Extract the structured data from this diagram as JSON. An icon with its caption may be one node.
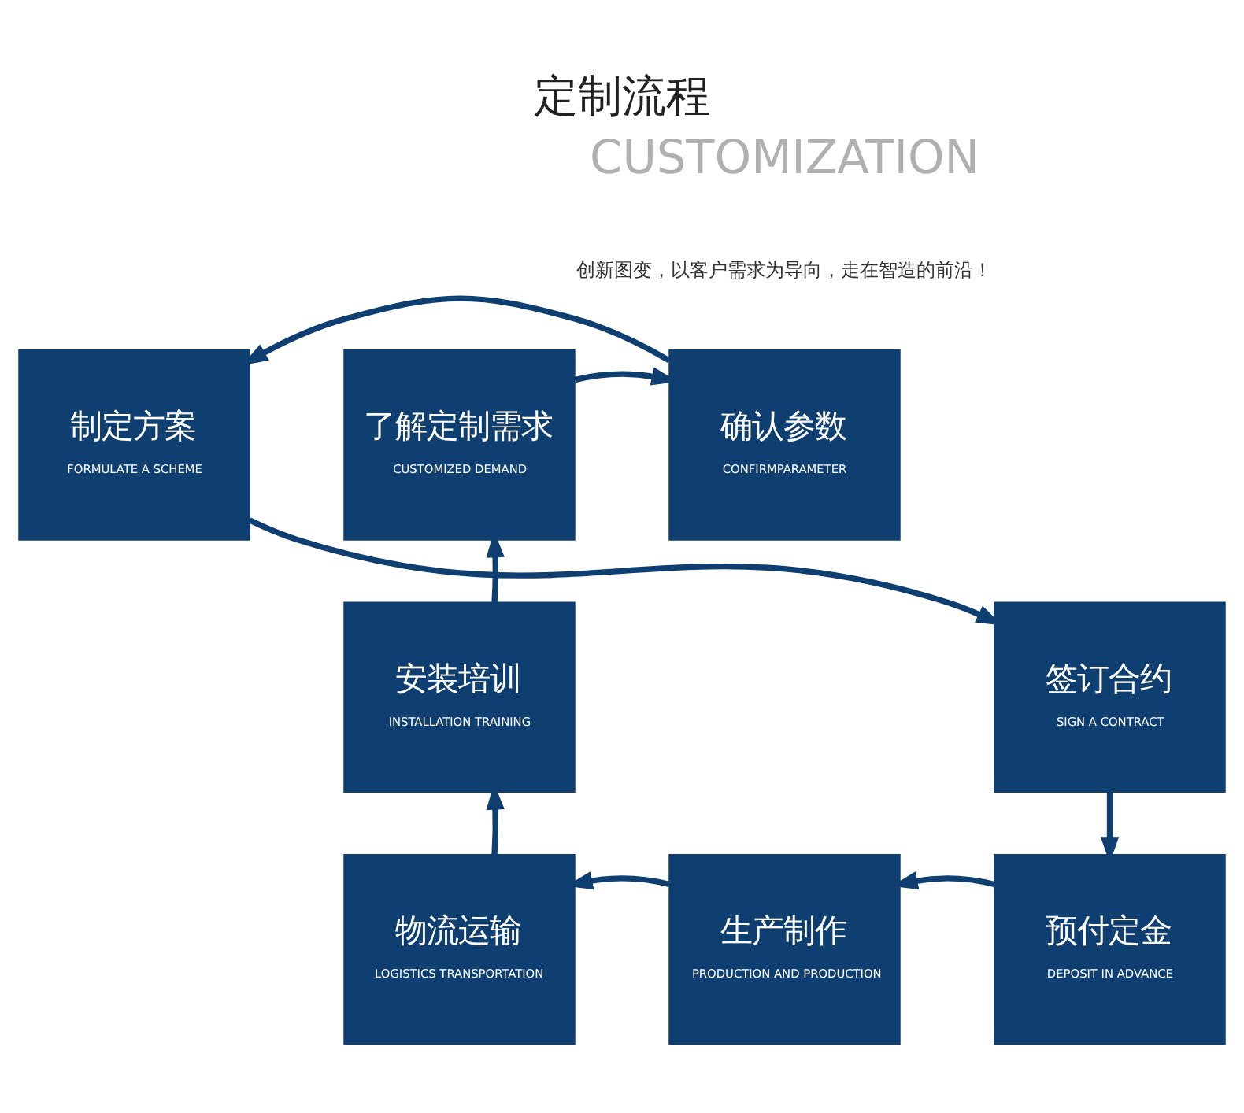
{
  "diagram": {
    "title": "定制流程",
    "nodes": [
      {
        "text": [
          "了解定制需求",
          "CUSTOMIZED DEMAND"
        ]
      },
      {
        "text": [
          "确认参数",
          "CONFIRMPARAMETER"
        ]
      },
      {
        "text": [
          "制定方案",
          "FORMULATE A SCHEME"
        ]
      },
      {
        "text": [
          "签订合约",
          "SIGN A CONTRACT"
        ]
      },
      {
        "text": [
          "预付定金",
          "DEPOSIT IN ADVANCE"
        ]
      },
      {
        "text": [
          "生产制作",
          "PRODUCTION AND PRODUCTION"
        ]
      },
      {
        "text": [
          "物流运输",
          "LOGISTICS TRANSPORTATION"
        ]
      },
      {
        "text": [
          "安装培训",
          "INSTALLATION TRAINING"
        ]
      }
    ],
    "edges": [
      {
        "from": 0,
        "to": 1,
        "arrow": "to"
      },
      {
        "from": 1,
        "to": 2,
        "arrow": "to"
      },
      {
        "from": 2,
        "to": 3,
        "arrow": "to"
      },
      {
        "from": 3,
        "to": 4,
        "arrow": "to"
      },
      {
        "from": 4,
        "to": 5,
        "arrow": "to"
      },
      {
        "from": 5,
        "to": 6,
        "arrow": "to"
      },
      {
        "from": 6,
        "to": 7,
        "arrow": "to"
      },
      {
        "from": 7,
        "to": 0,
        "arrow": "to"
      }
    ],
    "labels": [
      "CUSTOMIZATION",
      "创新图变，以客户需求为导向，走在智造的前沿！"
    ]
  }
}
